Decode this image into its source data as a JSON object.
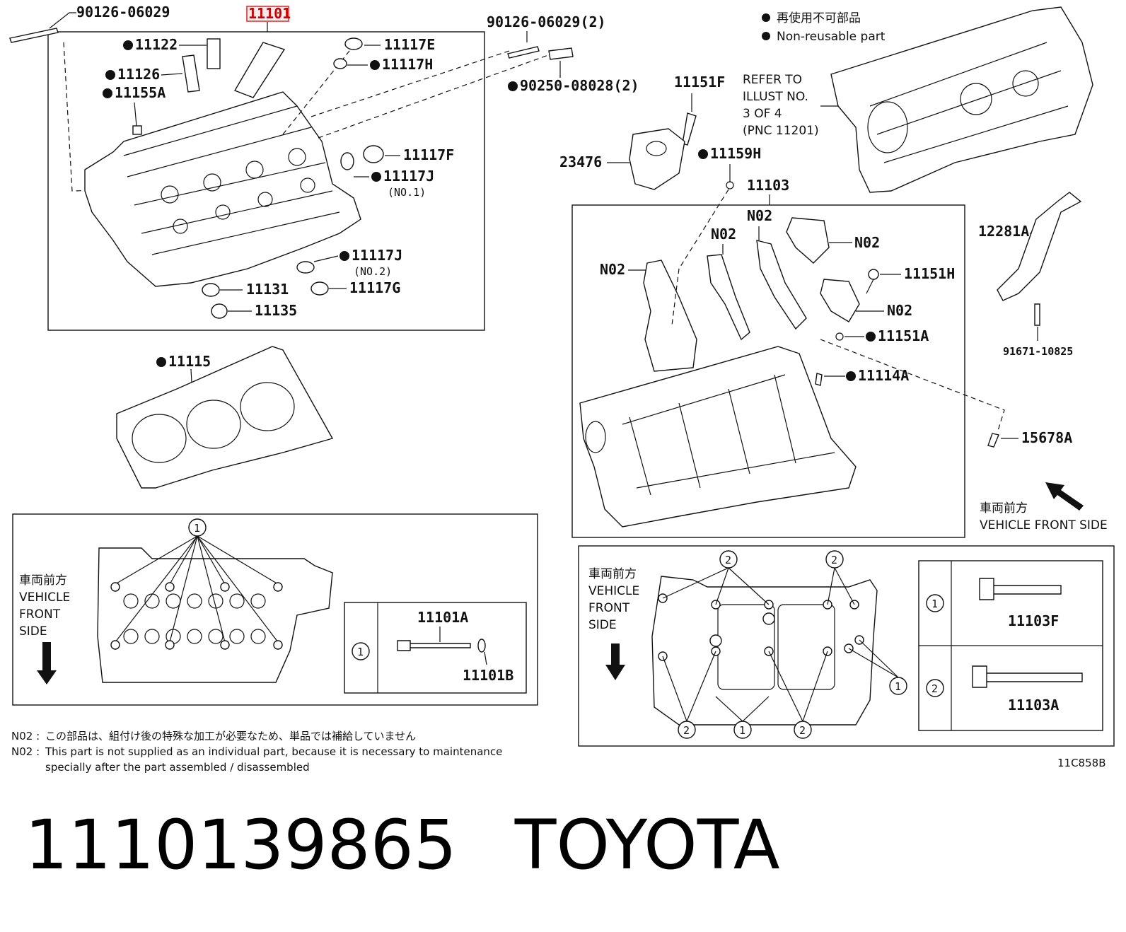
{
  "legend": {
    "jp": "再使用不可部品",
    "en": "Non-reusable part"
  },
  "refer_note": [
    "REFER TO",
    "ILLUST NO.",
    "3 OF 4",
    "(PNC 11201)"
  ],
  "head_group": {
    "highlight": "11101",
    "stud_left": "90126-06029",
    "stud_right": "90126-06029(2)",
    "pin": "90250-08028(2)",
    "labels": [
      "11122",
      "11126",
      "11155A",
      "11117E",
      "11117H",
      "11117F",
      "11117J",
      "11117J",
      "11131",
      "11117G",
      "11135"
    ],
    "no1": "(NO.1)",
    "no2": "(NO.2)"
  },
  "gasket": {
    "label": "11115"
  },
  "right_group": {
    "labels": [
      "11151F",
      "23476",
      "11159H",
      "11103",
      "12281A",
      "11151H",
      "11151A",
      "11114A",
      "15678A",
      "91671-10825"
    ],
    "n02": "N02"
  },
  "direction": {
    "jp": "車両前方",
    "en": "VEHICLE FRONT SIDE",
    "lines": [
      "VEHICLE",
      "FRONT",
      "SIDE"
    ]
  },
  "bolt_table_left": {
    "num": "1",
    "bolt": "11101A",
    "washer": "11101B"
  },
  "bolt_table_right": {
    "rows": [
      {
        "num": "1",
        "bolt": "11103F"
      },
      {
        "num": "2",
        "bolt": "11103A"
      }
    ]
  },
  "marker_nums": [
    "1",
    "2"
  ],
  "footnote": {
    "prefix": "N02 :",
    "jp": "この部品は、組付け後の特殊な加工が必要なため、単品では補給していません",
    "en1": "This part is not supplied as an individual part, because it is necessary to maintenance",
    "en2": "specially after the part assembled / disassembled"
  },
  "diagram_code": "11C858B",
  "caption": {
    "part_number": "1110139865",
    "brand": "TOYOTA"
  }
}
